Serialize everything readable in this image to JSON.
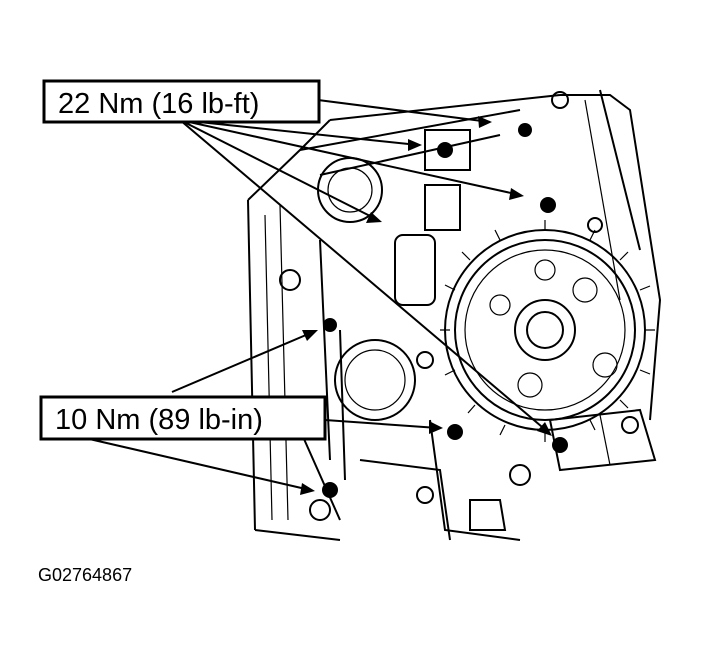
{
  "callouts": [
    {
      "label": "22 Nm (16 lb-ft)"
    },
    {
      "label": "10 Nm (89 lb-in)"
    }
  ],
  "figure_id": "G02764867",
  "colors": {
    "ink": "#000000",
    "paper": "#ffffff"
  }
}
